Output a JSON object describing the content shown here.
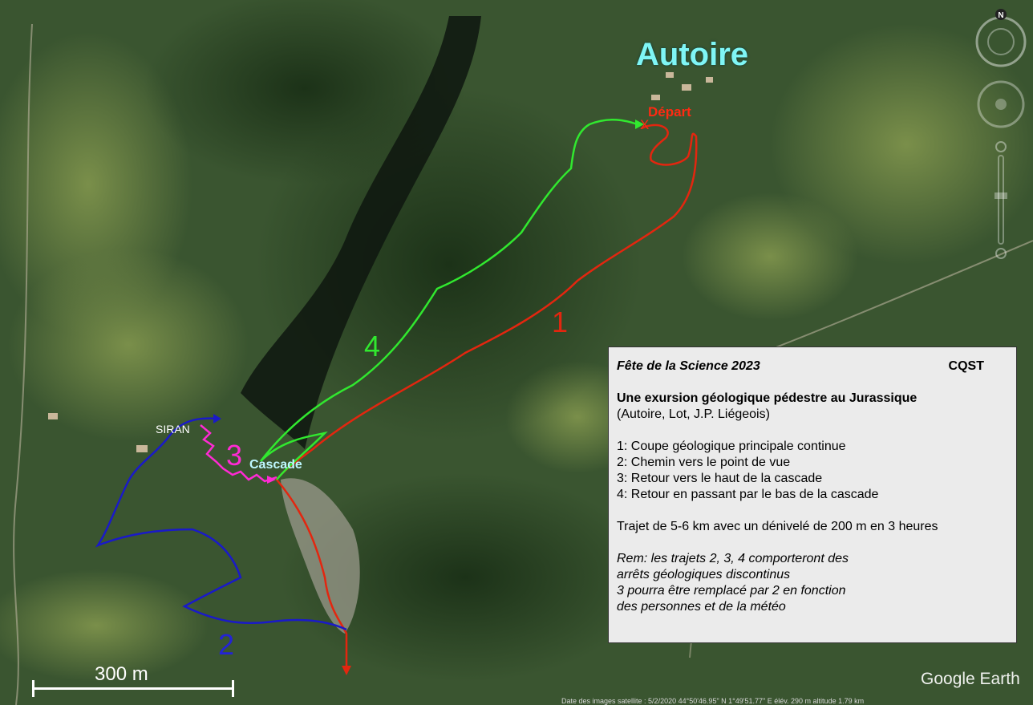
{
  "map": {
    "place": "Autoire",
    "start_label": "Départ",
    "start_marker": "X",
    "hamlet": "SIRAN",
    "waterfall": "Cascade"
  },
  "routes": [
    {
      "number": "1",
      "color": "#e3260f"
    },
    {
      "number": "2",
      "color": "#2323d6"
    },
    {
      "number": "3",
      "color": "#ff2ad4"
    },
    {
      "number": "4",
      "color": "#31e82f"
    }
  ],
  "info": {
    "event": "Fête de la Science 2023",
    "org": "CQST",
    "title": "Une exursion géologique pédestre au Jurassique",
    "subtitle": "(Autoire, Lot, J.P. Liégeois)",
    "legend": [
      "1: Coupe géologique principale continue",
      "2: Chemin vers le point de vue",
      "3: Retour vers le haut de la cascade",
      "4: Retour en passant par le bas de la cascade"
    ],
    "trip": "Trajet de 5-6 km avec un dénivelé de 200 m en 3 heures",
    "rem": [
      "Rem: les trajets 2, 3, 4 comporteront des",
      "arrêts géologiques discontinus",
      "3 pourra être remplacé par 2 en fonction",
      "des personnes et de la météo"
    ]
  },
  "scale": {
    "label": "300 m"
  },
  "brand": "Google Earth",
  "north": "N",
  "credits": "Date des images satellite : 5/2/2020    44°50'46.95\" N    1°49'51.77\" E    élév.  290 m    altitude  1.79 km"
}
